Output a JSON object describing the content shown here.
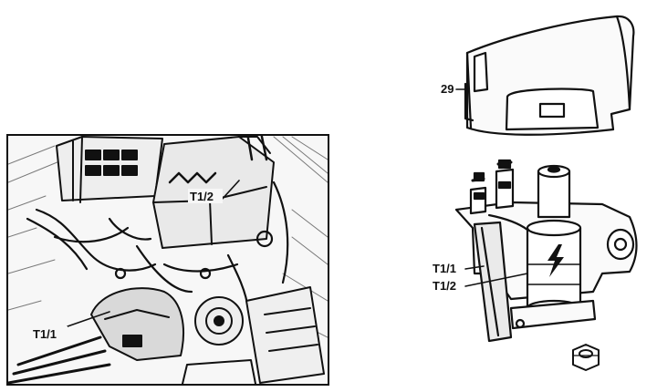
{
  "photo_panel": {
    "labels": {
      "coil_top": "T1/2",
      "coil_bottom": "T1/1"
    }
  },
  "parts_panel": {
    "labels": {
      "cover": "29",
      "coil_1": "T1/1",
      "coil_2": "T1/2"
    },
    "icons": [
      "lightning-icon",
      "nut-icon"
    ]
  },
  "colors": {
    "ink": "#111111",
    "paper": "#ffffff"
  }
}
